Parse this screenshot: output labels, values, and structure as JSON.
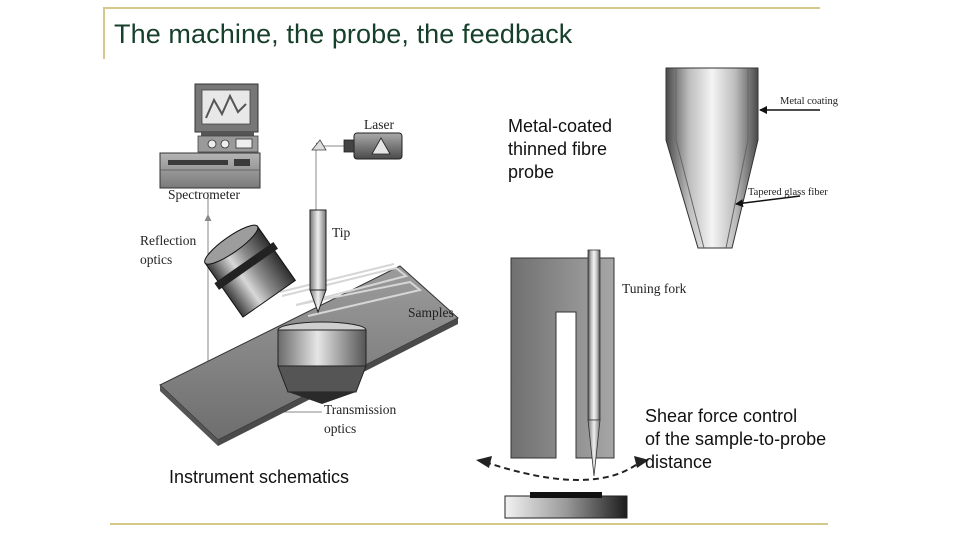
{
  "title": "The machine, the probe, the feedback",
  "captions": {
    "probe": [
      "Metal-coated",
      "thinned fibre",
      "probe"
    ],
    "schematics": "Instrument schematics",
    "shear": [
      "Shear force control",
      "of the sample-to-probe",
      "distance"
    ]
  },
  "schematic_labels": {
    "laser": "Laser",
    "spectrometer": "Spectrometer",
    "tip": "Tip",
    "reflection": [
      "Reflection",
      "optics"
    ],
    "sample": "Samples",
    "transmission": [
      "Transmission",
      "optics"
    ]
  },
  "probe_labels": {
    "metal_coating": "Metal coating",
    "tapered_fiber": "Tapered glass fiber",
    "tuning_fork": "Tuning fork"
  }
}
